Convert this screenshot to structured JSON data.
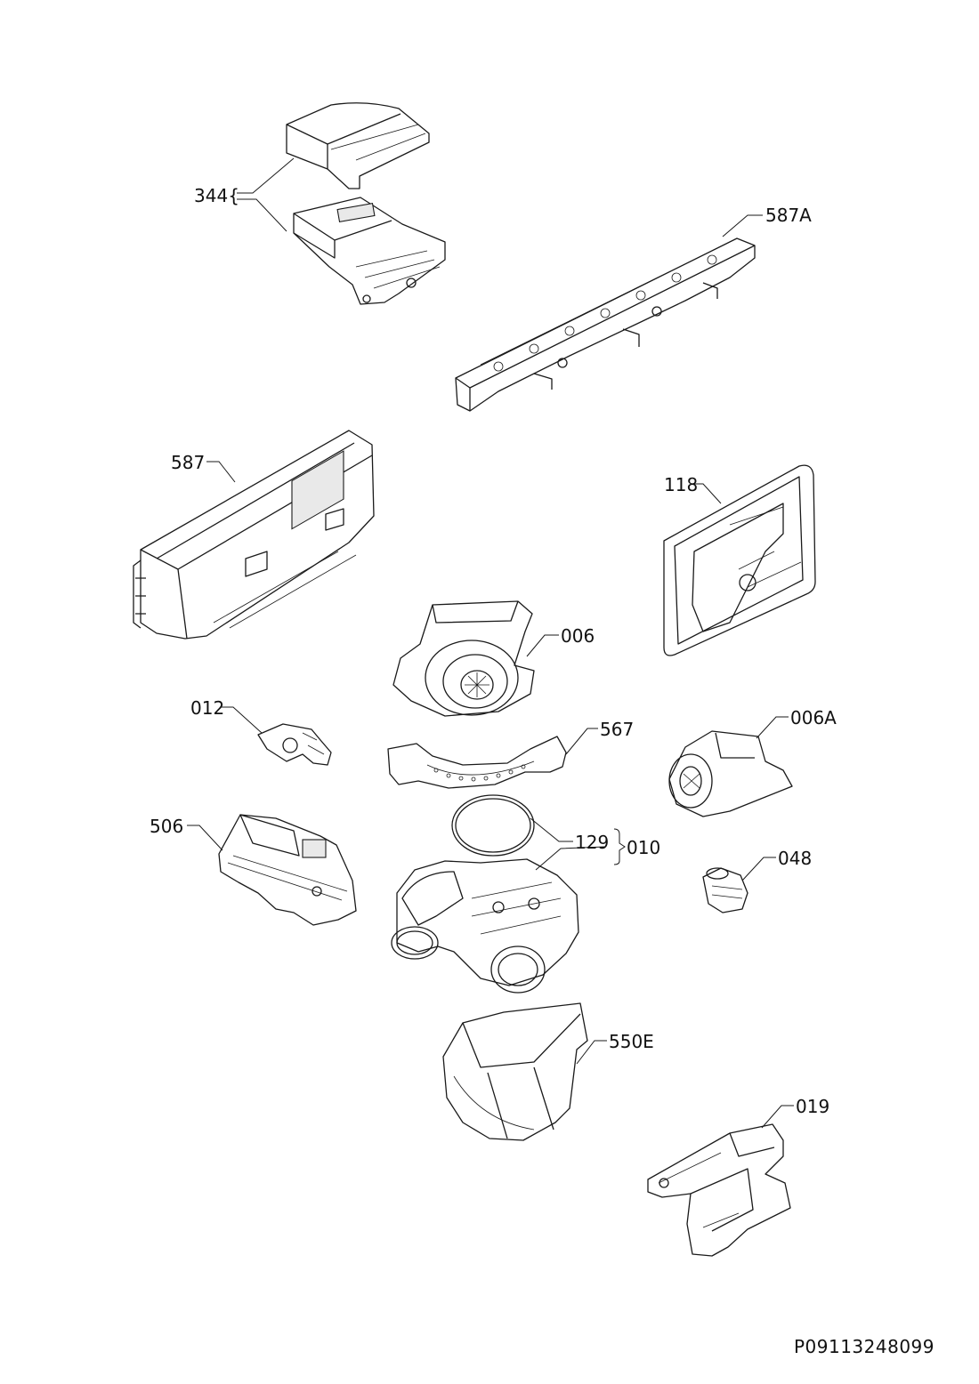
{
  "labels": {
    "p344": "344",
    "p587A": "587A",
    "p587": "587",
    "p118": "118",
    "p006": "006",
    "p012": "012",
    "p567": "567",
    "p006A": "006A",
    "p506": "506",
    "p129": "129",
    "p010": "010",
    "p048": "048",
    "p550E": "550E",
    "p019": "019"
  },
  "doc_id": "P09113248099"
}
